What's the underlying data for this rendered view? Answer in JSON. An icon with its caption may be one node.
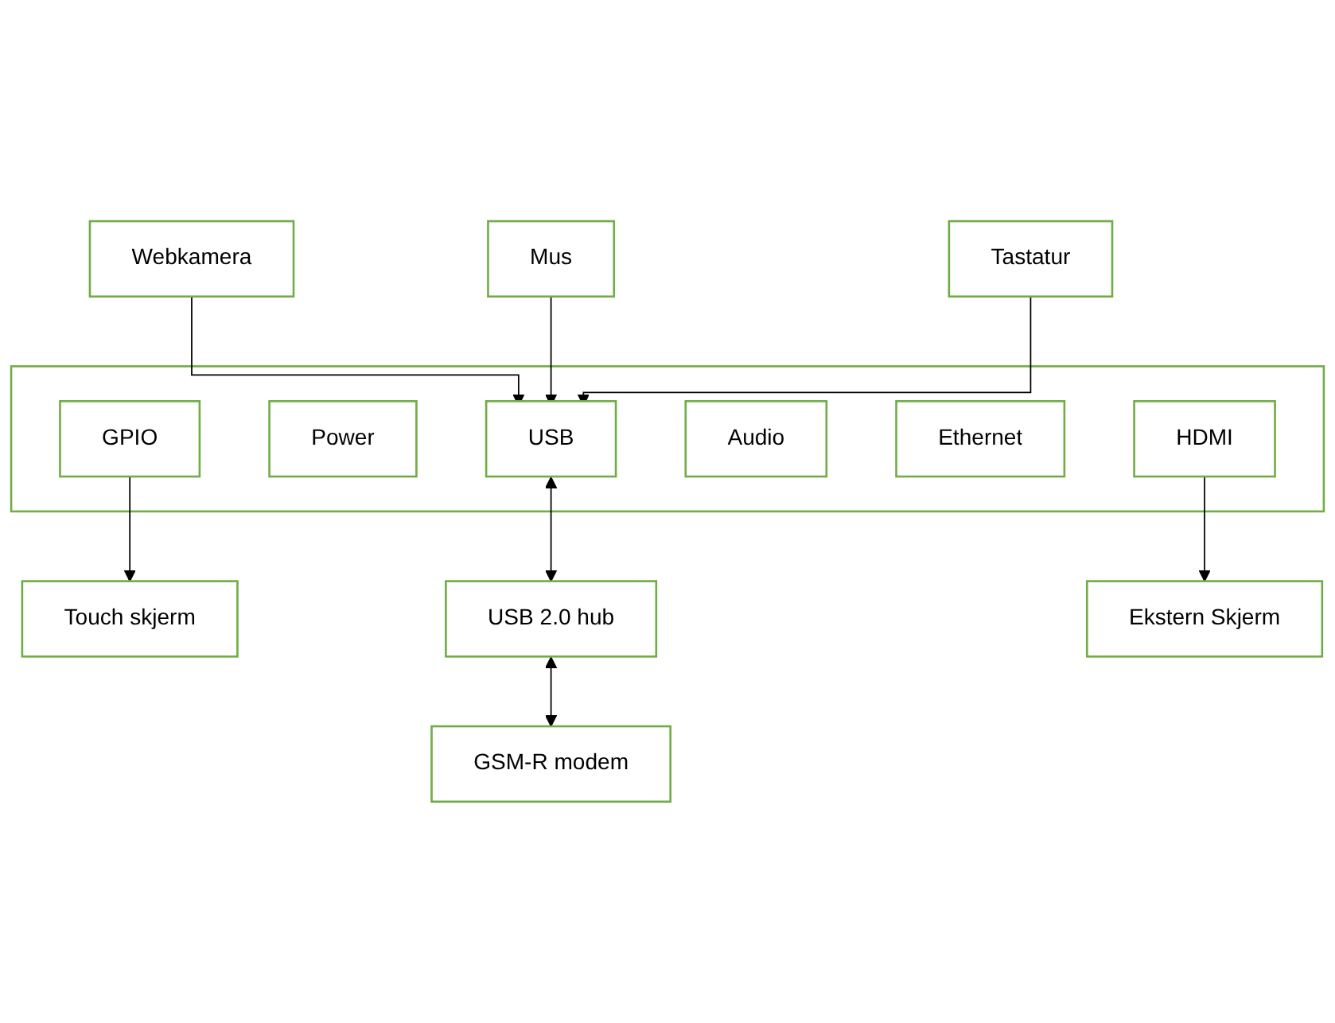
{
  "diagram": {
    "nodes": [
      {
        "text": [
          "Touch skjerm"
        ]
      },
      {
        "text": [
          "Webkamera"
        ]
      },
      {
        "text": [
          "Mus"
        ]
      },
      {
        "text": [
          "Tastatur"
        ]
      },
      {
        "text": [],
        "shape": "box"
      },
      {
        "text": [
          "GPIO"
        ],
        "in": 4
      },
      {
        "text": [
          "USB"
        ],
        "in": 4
      },
      {
        "text": [
          "Power"
        ],
        "in": 4
      },
      {
        "text": [
          "HDMI"
        ],
        "in": 4
      },
      {
        "text": [
          "Audio"
        ],
        "in": 4
      },
      {
        "text": [
          "Ethernet"
        ],
        "in": 4
      },
      {
        "text": [
          "USB 2.0 hub"
        ]
      },
      {
        "text": [
          "GSM-R modem"
        ]
      },
      {
        "text": [
          "Ekstern Skjerm"
        ]
      }
    ],
    "edges": [
      {
        "from": 5,
        "to": 0,
        "arrow": "to"
      },
      {
        "from": 1,
        "to": 6,
        "arrow": "to"
      },
      {
        "from": 2,
        "to": 6,
        "arrow": "to"
      },
      {
        "from": 3,
        "to": 6,
        "arrow": "to"
      },
      {
        "from": 6,
        "to": 11,
        "arrow": "both"
      },
      {
        "from": 11,
        "to": 12,
        "arrow": "both"
      },
      {
        "from": 8,
        "to": 13,
        "arrow": "to"
      }
    ]
  }
}
